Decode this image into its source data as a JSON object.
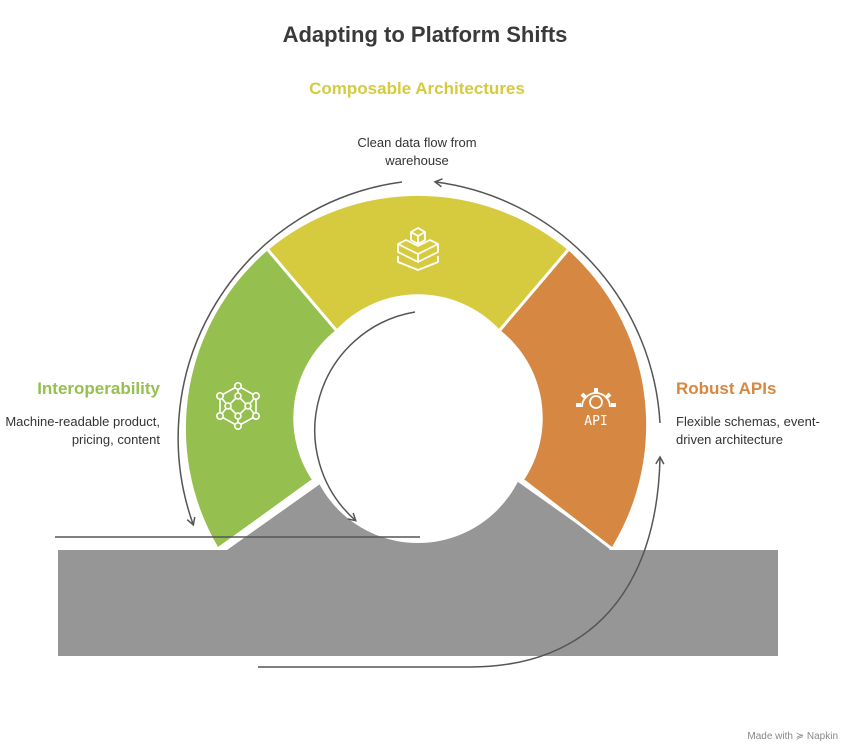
{
  "title": "Adapting to Platform Shifts",
  "colors": {
    "composable": "#D6CB3E",
    "interoperability": "#95BF4F",
    "apis": "#D68842",
    "base": "#969696",
    "arrow": "#555555"
  },
  "segments": {
    "composable": {
      "title": "Composable Architectures",
      "description": "Clean data flow from warehouse",
      "icon": "modular-blocks-icon"
    },
    "interoperability": {
      "title": "Interoperability",
      "description": "Machine-readable product, pricing, content",
      "icon": "network-nodes-icon"
    },
    "apis": {
      "title": "Robust APIs",
      "description": "Flexible schemas, event-driven architecture",
      "icon": "gear-api-icon",
      "icon_text": "API"
    }
  },
  "credit": "Made with ≽ Napkin"
}
